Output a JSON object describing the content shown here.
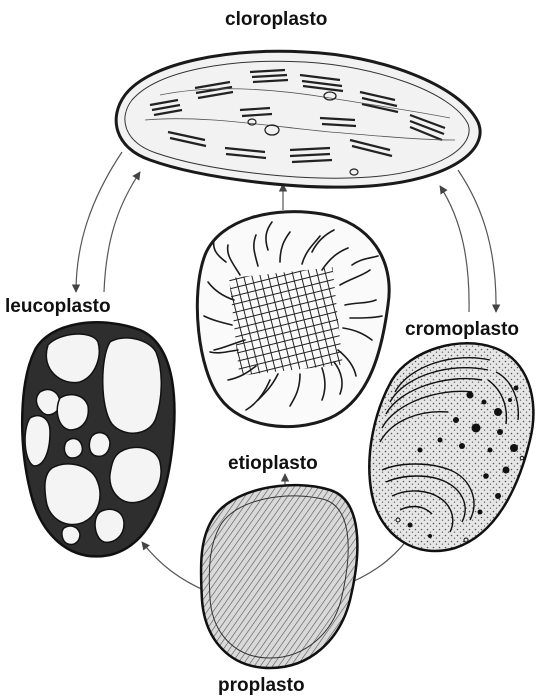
{
  "diagram": {
    "labels": {
      "chloroplast": "cloroplasto",
      "leucoplast": "leucoplasto",
      "chromoplast": "cromoplasto",
      "etioplast": "etioplasto",
      "proplastid": "proplasto"
    },
    "colors": {
      "ink": "#1a1a1a",
      "paper": "#ffffff",
      "shade": "#3a3a3a",
      "arrow": "#555555"
    }
  }
}
